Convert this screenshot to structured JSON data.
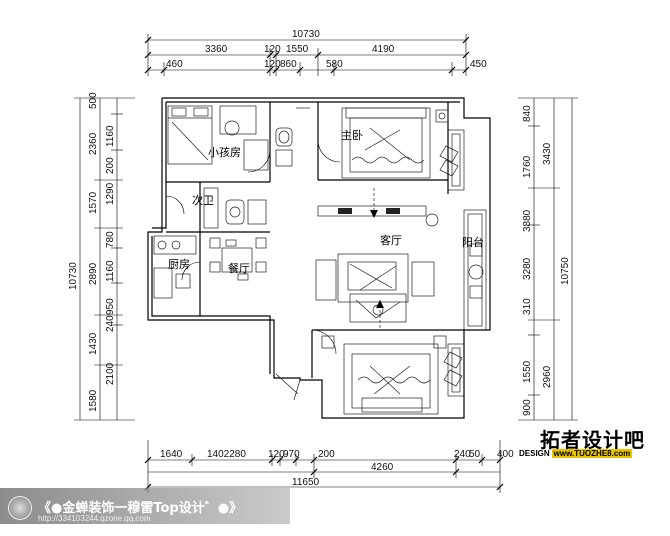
{
  "dimensions": {
    "top_total": "10730",
    "top_row1": [
      "3360",
      "1550",
      "4190"
    ],
    "top_row1_small": "120",
    "top_row2": [
      "460",
      "860",
      "580",
      "450"
    ],
    "top_row2_small": "120",
    "bottom_row1": [
      "1640",
      "1402280",
      "970",
      "200",
      "240",
      "400"
    ],
    "bottom_row1_small": [
      "120",
      "50"
    ],
    "bottom_row2": "4260",
    "bottom_total": "11650",
    "left_outer": "10730",
    "left_col1": [
      "500",
      "2360",
      "1570",
      "2890",
      "1430",
      "1580"
    ],
    "left_col2": [
      "1160",
      "200",
      "1290",
      "780",
      "1160",
      "950",
      "240",
      "2100"
    ],
    "right_col1": [
      "840",
      "1760",
      "3880",
      "3280",
      "310",
      "1550",
      "900"
    ],
    "right_col2": [
      "3430",
      "10750",
      "2960"
    ]
  },
  "rooms": {
    "kids_room": "小孩房",
    "master_bedroom": "主卧",
    "second_bath": "次卫",
    "kitchen": "厨房",
    "dining": "餐厅",
    "living": "客厅",
    "balcony": "阳台"
  },
  "brand": {
    "name": "拓者设计吧",
    "design": "DESIGN",
    "url": "www.TUOZHE8.com"
  },
  "watermark": {
    "title": "《●金蝉装饰一穆雷Top设计゛●》",
    "url": "http://334103244.qzone.qq.com"
  }
}
